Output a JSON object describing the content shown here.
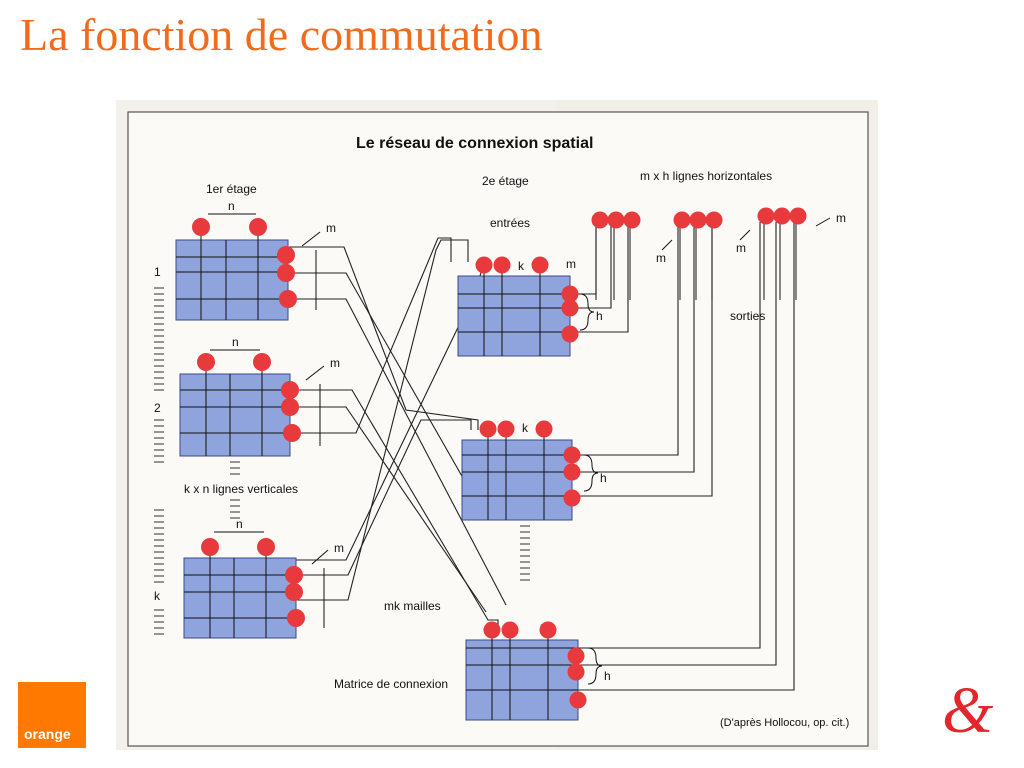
{
  "slide": {
    "title": "La fonction de commutation"
  },
  "diagram": {
    "title": "Le réseau de connexion spatial",
    "stage1_label": "1er étage",
    "stage2_label": "2e étage",
    "n_label": "n",
    "m_label": "m",
    "k_label": "k",
    "h_label": "h",
    "inputs_label": "entrées",
    "outputs_label": "sorties",
    "horizontal_lines_label": "m x h lignes horizontales",
    "vertical_lines_label": "k x n lignes verticales",
    "meshes_label": "mk mailles",
    "matrix_label": "Matrice de connexion",
    "source_label": "(D'après Hollocou, op. cit.)",
    "row_labels": [
      "1",
      "2",
      "k"
    ]
  },
  "branding": {
    "orange_logo_text": "orange",
    "orange_color": "#ff7900",
    "title_color": "#f26b1d",
    "ampersand": "&",
    "ampersand_color": "#e3262c"
  }
}
